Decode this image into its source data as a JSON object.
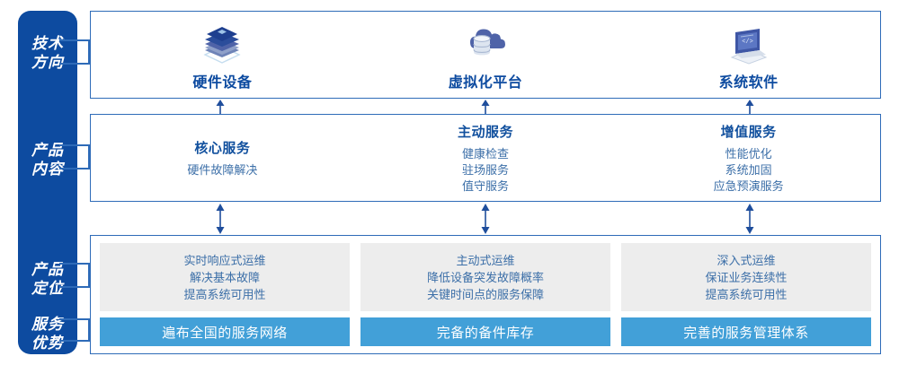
{
  "sidebar": {
    "color": "#0D4BA0",
    "items": [
      {
        "name": "tech-direction",
        "line1": "技术",
        "line2": "方向"
      },
      {
        "name": "product-content",
        "line1": "产品",
        "line2": "内容"
      },
      {
        "name": "product-position",
        "line1": "产品",
        "line2": "定位"
      },
      {
        "name": "service-advantage",
        "line1": "服务",
        "line2": "优势"
      }
    ]
  },
  "tech_row": {
    "columns": [
      {
        "icon": "server-stack-icon",
        "label": "硬件设备"
      },
      {
        "icon": "cloud-database-icon",
        "label": "虚拟化平台"
      },
      {
        "icon": "laptop-code-icon",
        "label": "系统软件"
      }
    ]
  },
  "content_row": {
    "columns": [
      {
        "title": "核心服务",
        "items": [
          "硬件故障解决"
        ]
      },
      {
        "title": "主动服务",
        "items": [
          "健康检查",
          "驻场服务",
          "值守服务"
        ]
      },
      {
        "title": "增值服务",
        "items": [
          "性能优化",
          "系统加固",
          "应急预演服务"
        ]
      }
    ]
  },
  "bottom_row": {
    "columns": [
      {
        "position_lines": [
          "实时响应式运维",
          "解决基本故障",
          "提高系统可用性"
        ],
        "advantage": "遍布全国的服务网络"
      },
      {
        "position_lines": [
          "主动式运维",
          "降低设备突发故障概率",
          "关键时间点的服务保障"
        ],
        "advantage": "完备的备件库存"
      },
      {
        "position_lines": [
          "深入式运维",
          "保证业务连续性",
          "提高系统可用性"
        ],
        "advantage": "完善的服务管理体系"
      }
    ]
  },
  "colors": {
    "sidebar_blue": "#0D4BA0",
    "box_border": "#2E6BB8",
    "title_blue": "#11509E",
    "text_blue": "#3C6FA8",
    "bar_blue": "#42A0D8",
    "card_gray": "#EDEDED",
    "arrow_blue": "#1F4E9C"
  }
}
